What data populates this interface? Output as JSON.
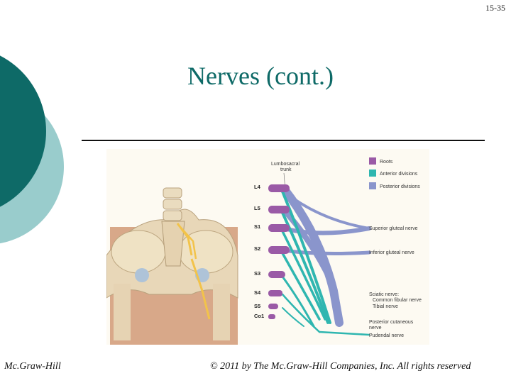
{
  "slide": {
    "number": "15-35",
    "title": "Nerves (cont.)",
    "publisher": "Mc.Graw-Hill",
    "copyright": "© 2011 by The Mc.Graw-Hill Companies, Inc. All rights reserved"
  },
  "colors": {
    "accent_dark": "#0e6a67",
    "accent_light": "#99cccc",
    "roots": "#9a5aa6",
    "anterior": "#2fb6b0",
    "posterior": "#8a95cc",
    "nerve_yellow": "#f2c34a"
  },
  "figure": {
    "trunk_label_1": "Lumbosacral",
    "trunk_label_2": "trunk",
    "root_labels": [
      "L4",
      "L5",
      "S1",
      "S2",
      "S3",
      "S4",
      "S5",
      "Co1"
    ],
    "legend": [
      {
        "label": "Roots",
        "color": "#9a5aa6"
      },
      {
        "label": "Anterior divisions",
        "color": "#2fb6b0"
      },
      {
        "label": "Posterior divisions",
        "color": "#8a95cc"
      }
    ],
    "nerve_labels": {
      "superior_gluteal": "Superior gluteal nerve",
      "inferior_gluteal": "Inferior gluteal nerve",
      "sciatic": "Sciatic nerve:",
      "common_fibular": "Common fibular nerve",
      "tibial": "Tibial nerve",
      "posterior_cutaneous_1": "Posterior cutaneous",
      "posterior_cutaneous_2": "nerve",
      "pudendal": "Pudendal nerve"
    }
  }
}
